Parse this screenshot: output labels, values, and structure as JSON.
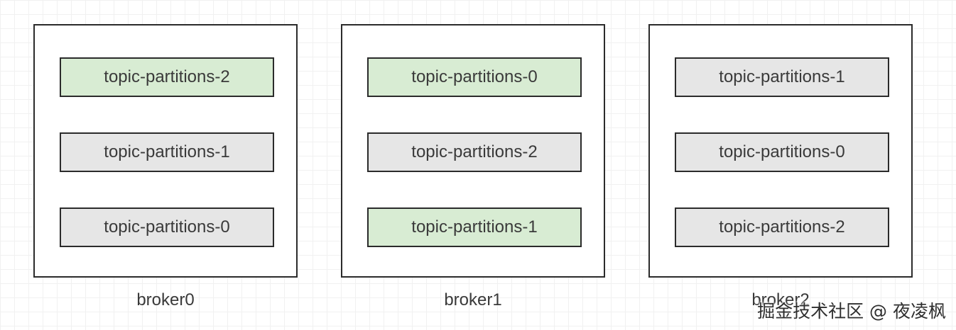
{
  "brokers": [
    {
      "label": "broker0",
      "partitions": [
        {
          "label": "topic-partitions-2",
          "leader": true
        },
        {
          "label": "topic-partitions-1",
          "leader": false
        },
        {
          "label": "topic-partitions-0",
          "leader": false
        }
      ]
    },
    {
      "label": "broker1",
      "partitions": [
        {
          "label": "topic-partitions-0",
          "leader": true
        },
        {
          "label": "topic-partitions-2",
          "leader": false
        },
        {
          "label": "topic-partitions-1",
          "leader": true
        }
      ]
    },
    {
      "label": "broker2",
      "partitions": [
        {
          "label": "topic-partitions-1",
          "leader": false
        },
        {
          "label": "topic-partitions-0",
          "leader": false
        },
        {
          "label": "topic-partitions-2",
          "leader": false
        }
      ]
    }
  ],
  "colors": {
    "leader_fill": "#d8ecd3",
    "follower_fill": "#e6e6e6",
    "border": "#2b2b2b",
    "text": "#3a3a3a"
  },
  "watermark": "掘金技术社区 @ 夜凌枫"
}
